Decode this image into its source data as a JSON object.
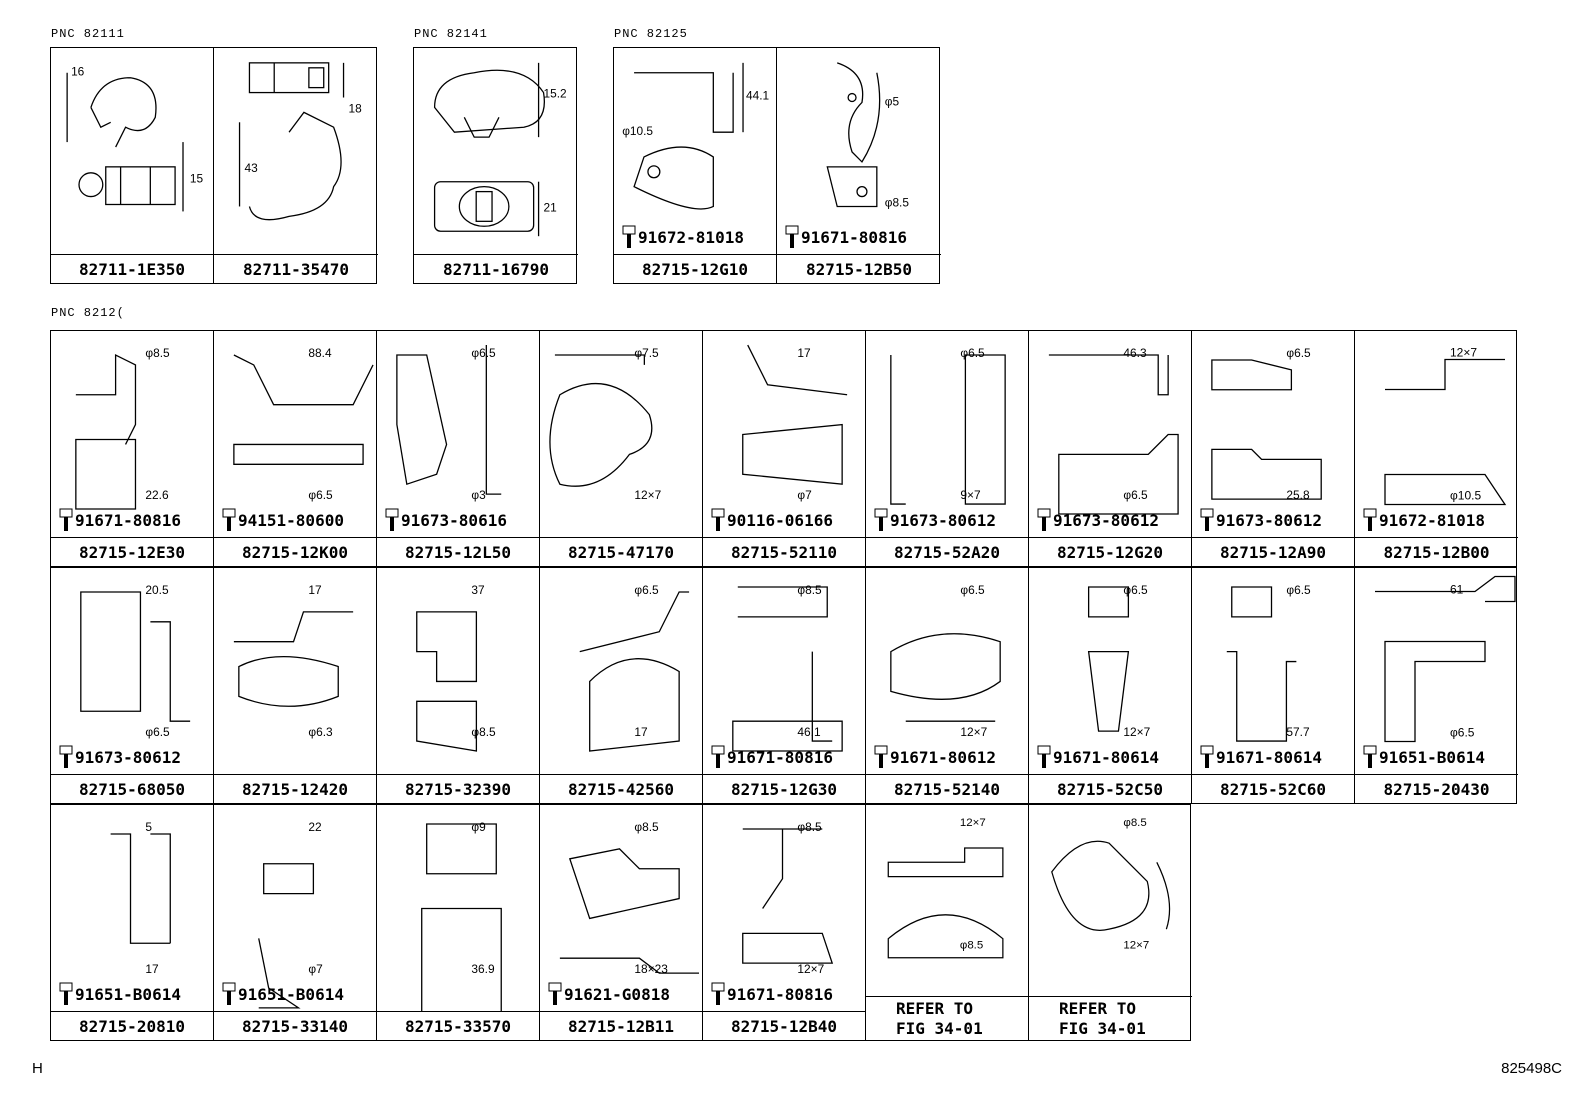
{
  "top_groups": [
    {
      "pnc": "PNC 82111",
      "parts": [
        {
          "number": "82711-1E350",
          "dims": [
            "16",
            "15"
          ]
        },
        {
          "number": "82711-35470",
          "dims": [
            "18",
            "43"
          ]
        }
      ]
    },
    {
      "pnc": "PNC 82141",
      "parts": [
        {
          "number": "82711-16790",
          "dims": [
            "15.2",
            "21"
          ]
        }
      ]
    },
    {
      "pnc": "PNC 82125",
      "parts": [
        {
          "number": "82715-12G10",
          "bolt": "91672-81018",
          "dims": [
            "44.1",
            "φ10.5"
          ]
        },
        {
          "number": "82715-12B50",
          "bolt": "91671-80816",
          "dims": [
            "φ5",
            "φ8.5"
          ]
        }
      ]
    }
  ],
  "main_group": {
    "pnc": "PNC 8212(",
    "rows": [
      [
        {
          "number": "82715-12E30",
          "bolt": "91671-80816",
          "dims": [
            "φ8.5",
            "22.6"
          ]
        },
        {
          "number": "82715-12K00",
          "bolt": "94151-80600",
          "dims": [
            "88.4",
            "φ6.5"
          ]
        },
        {
          "number": "82715-12L50",
          "bolt": "91673-80616",
          "dims": [
            "φ6.5",
            "φ3"
          ]
        },
        {
          "number": "82715-47170",
          "bolt": "",
          "dims": [
            "φ7.5",
            "12×7"
          ]
        },
        {
          "number": "82715-52110",
          "bolt": "90116-06166",
          "dims": [
            "17",
            "φ7"
          ]
        },
        {
          "number": "82715-52A20",
          "bolt": "91673-80612",
          "dims": [
            "φ6.5",
            "9×7"
          ]
        },
        {
          "number": "82715-12G20",
          "bolt": "91673-80612",
          "dims": [
            "46.3",
            "φ6.5"
          ]
        },
        {
          "number": "82715-12A90",
          "bolt": "91673-80612",
          "dims": [
            "φ6.5",
            "25.8"
          ]
        },
        {
          "number": "82715-12B00",
          "bolt": "91672-81018",
          "dims": [
            "12×7",
            "φ10.5"
          ]
        }
      ],
      [
        {
          "number": "82715-68050",
          "bolt": "91673-80612",
          "dims": [
            "20.5",
            "φ6.5"
          ]
        },
        {
          "number": "82715-12420",
          "bolt": "",
          "dims": [
            "17",
            "φ6.3"
          ]
        },
        {
          "number": "82715-32390",
          "bolt": "",
          "dims": [
            "37",
            "φ8.5"
          ]
        },
        {
          "number": "82715-42560",
          "bolt": "",
          "dims": [
            "φ6.5",
            "17"
          ]
        },
        {
          "number": "82715-12G30",
          "bolt": "91671-80816",
          "dims": [
            "φ8.5",
            "46.1"
          ]
        },
        {
          "number": "82715-52140",
          "bolt": "91671-80612",
          "dims": [
            "φ6.5",
            "12×7"
          ]
        },
        {
          "number": "82715-52C50",
          "bolt": "91671-80614",
          "dims": [
            "φ6.5",
            "12×7"
          ]
        },
        {
          "number": "82715-52C60",
          "bolt": "91671-80614",
          "dims": [
            "φ6.5",
            "57.7"
          ]
        },
        {
          "number": "82715-20430",
          "bolt": "91651-B0614",
          "dims": [
            "61",
            "φ6.5"
          ]
        }
      ],
      [
        {
          "number": "82715-20810",
          "bolt": "91651-B0614",
          "dims": [
            "5",
            "17"
          ]
        },
        {
          "number": "82715-33140",
          "bolt": "91651-B0614",
          "dims": [
            "22",
            "φ7"
          ]
        },
        {
          "number": "82715-33570",
          "bolt": "",
          "dims": [
            "φ9",
            "36.9"
          ]
        },
        {
          "number": "82715-12B11",
          "bolt": "91621-G0818",
          "dims": [
            "φ8.5",
            "18×23"
          ]
        },
        {
          "number": "82715-12B40",
          "bolt": "91671-80816",
          "dims": [
            "φ8.5",
            "12×7"
          ]
        },
        {
          "refer": [
            "REFER TO",
            "FIG 34-01"
          ],
          "dims": [
            "12×7",
            "φ8.5"
          ]
        },
        {
          "refer": [
            "REFER TO",
            "FIG 34-01"
          ],
          "dims": [
            "φ8.5",
            "12×7"
          ]
        }
      ]
    ]
  },
  "footer": {
    "left": "H",
    "right": "825498C"
  }
}
